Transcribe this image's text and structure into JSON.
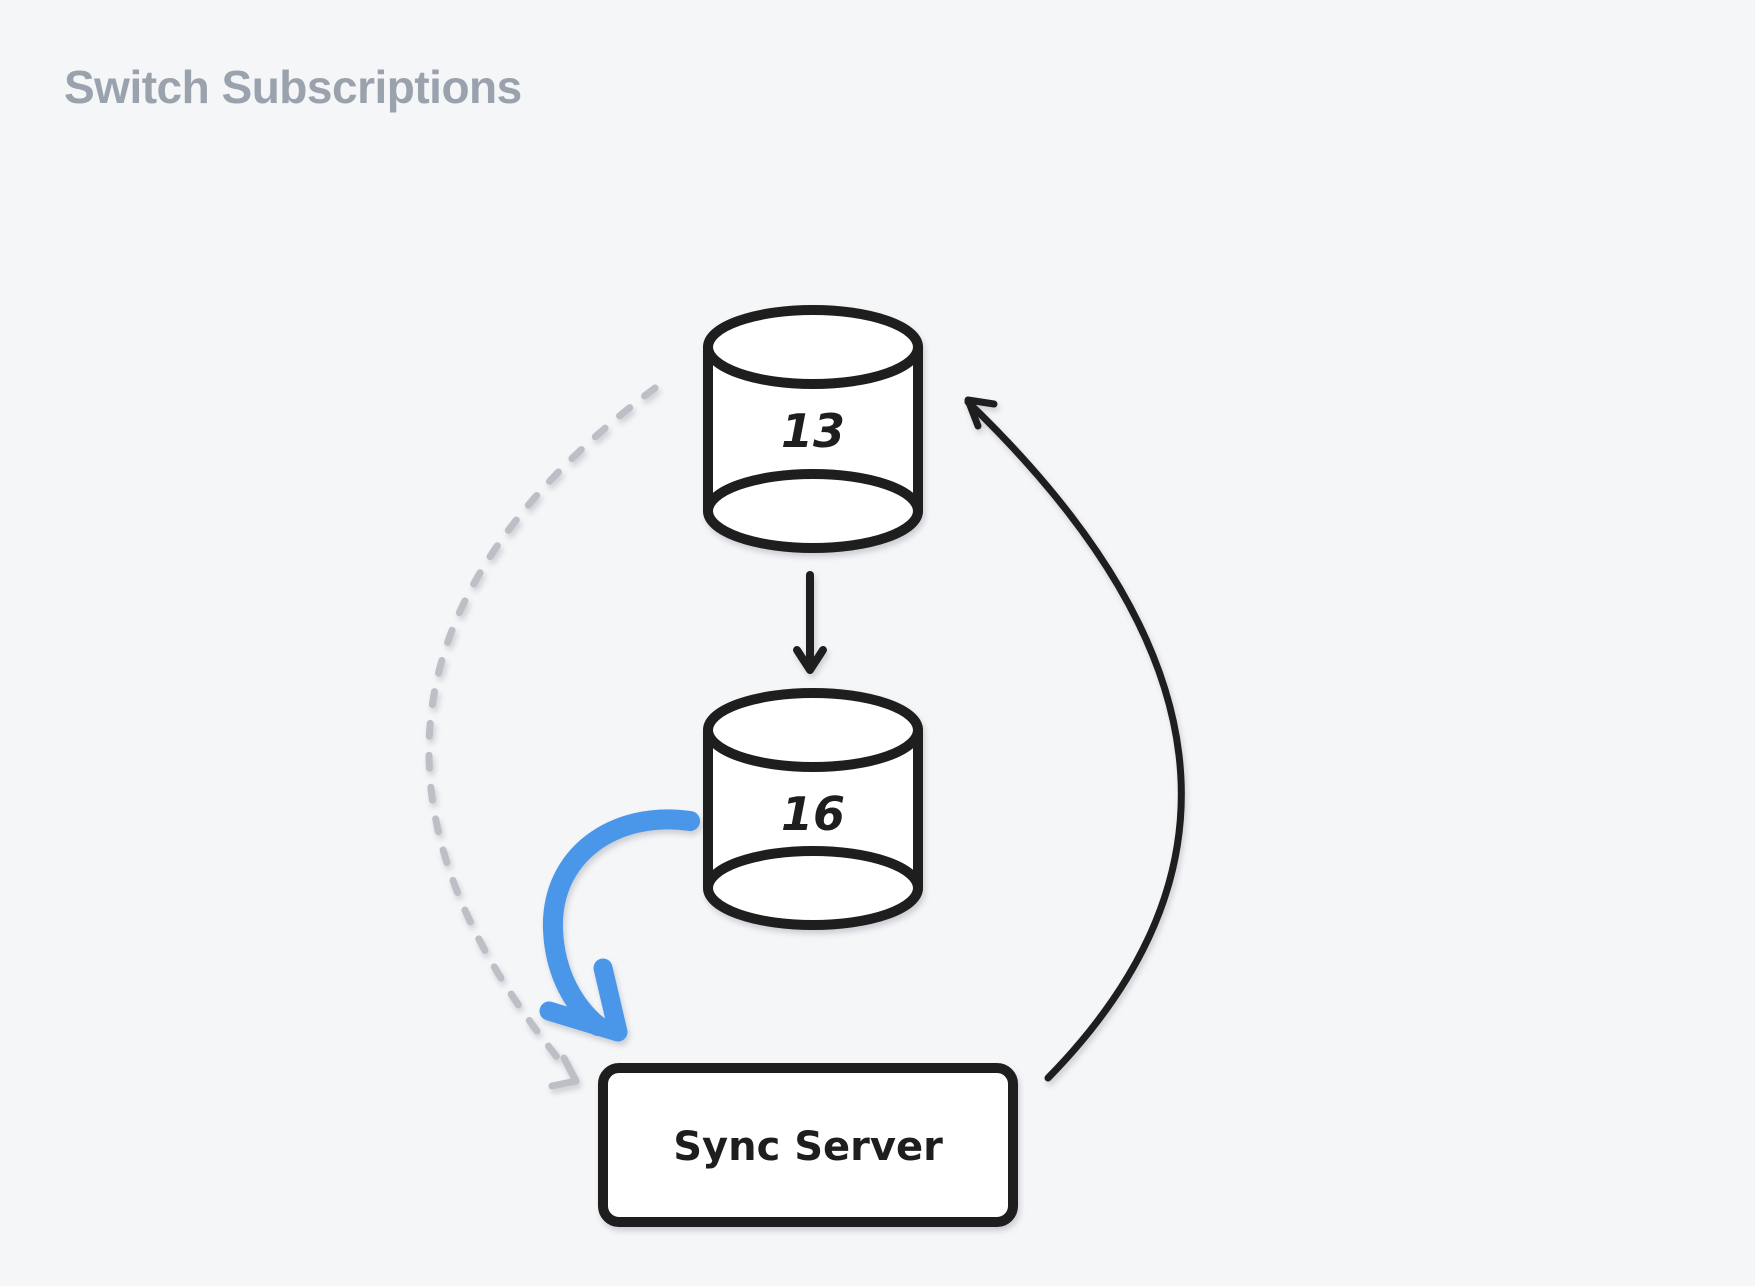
{
  "page": {
    "title": "Switch Subscriptions"
  },
  "colors": {
    "background": "#f5f6f8",
    "title": "#9aa2ae",
    "stroke": "#1e1e1e",
    "blue": "#4a96e8",
    "gray": "#bcc0c6",
    "node_fill": "#ffffff"
  },
  "diagram": {
    "nodes": {
      "db_top": {
        "type": "database",
        "label": "13"
      },
      "db_bottom": {
        "type": "database",
        "label": "16"
      },
      "sync_server": {
        "type": "rectangle",
        "label": "Sync Server"
      }
    },
    "edges": [
      {
        "from": "db_top",
        "to": "db_bottom",
        "style": "black solid straight arrow"
      },
      {
        "from": "db_bottom",
        "to": "sync_server",
        "style": "blue thick curved arrow"
      },
      {
        "from": "sync_server",
        "to": "db_top",
        "style": "black thin curved return arrow"
      },
      {
        "from": "db_top",
        "to": "sync_server",
        "style": "gray dashed curved arrow"
      }
    ]
  }
}
